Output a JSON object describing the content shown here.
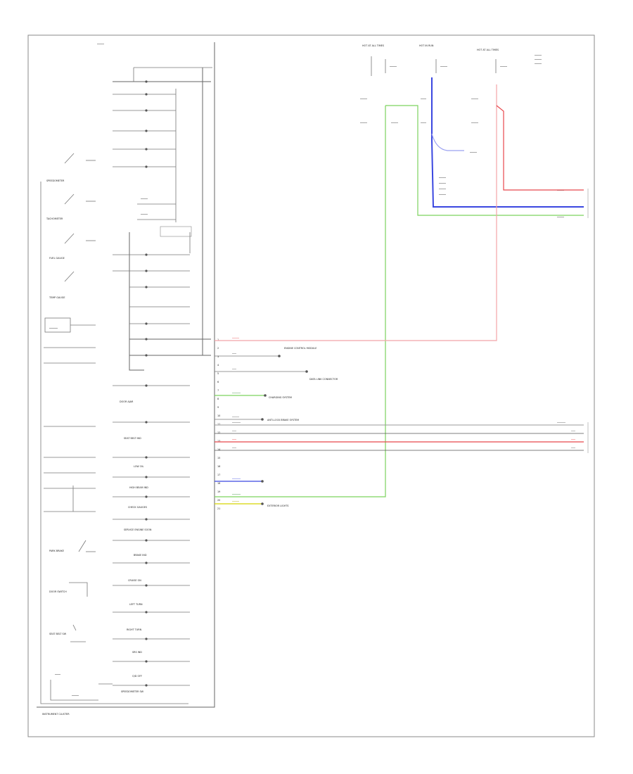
{
  "diagram": {
    "footer_label": "INSTRUMENT CLUSTER",
    "corner_label": "",
    "top_modules": [
      {
        "id": "m1",
        "title": "HOT AT ALL TIMES"
      },
      {
        "id": "m2",
        "title": "HOT IN RUN"
      },
      {
        "id": "m3",
        "title": "HOT AT ALL TIMES"
      },
      {
        "id": "m4",
        "title": ""
      }
    ],
    "gauges": [
      "SPEEDOMETER",
      "TACHOMETER",
      "FUEL GAUGE",
      "TEMP GAUGE"
    ],
    "cluster_lamps": [
      "DOOR AJAR",
      "SEAT BELT IND",
      "LOW OIL",
      "HIGH BEAM IND",
      "CHECK GAUGES",
      "SERVICE ENGINE SOON",
      "BRAKE IND",
      "CRUISE ON",
      "LEFT TURN",
      "RIGHT TURN",
      "SRS IND",
      "O/D OFF",
      "SPEEDOMETER SW"
    ],
    "switches": [
      "PARK BRAKE",
      "DOOR SWITCH",
      "SEAT BELT SW"
    ],
    "connector_destinations": [
      "ENGINE CONTROL MODULE",
      "DATA LINK CONNECTOR",
      "CHARGING SYSTEM",
      "ANTI-LOCK BRAKE SYSTEM",
      "EXTERIOR LIGHTS"
    ],
    "wire_colors": {
      "red": "#e8474c",
      "green": "#7cd35e",
      "blue": "#3a47e0",
      "lightblue": "#9aa0f0",
      "pink": "#f2a4a8",
      "yellow": "#d8d400",
      "gray": "#9a9a9a",
      "black": "#444444"
    }
  }
}
